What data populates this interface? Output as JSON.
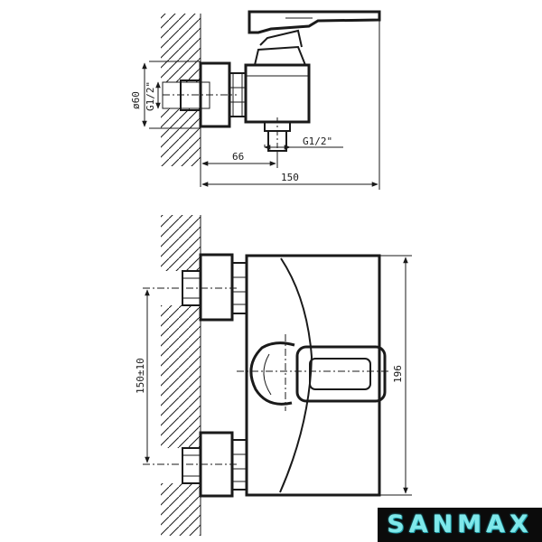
{
  "top_view": {
    "dim_diameter": "ø60",
    "dim_thread_inlet": "G1/2\"",
    "dim_thread_outlet": "G1/2\"",
    "dim_depth_wall": "66",
    "dim_depth_total": "150"
  },
  "front_view": {
    "dim_spacing": "150±10",
    "dim_height": "196"
  },
  "brand": {
    "logo_text": "SANMAX",
    "color": "#7fe8ea"
  }
}
